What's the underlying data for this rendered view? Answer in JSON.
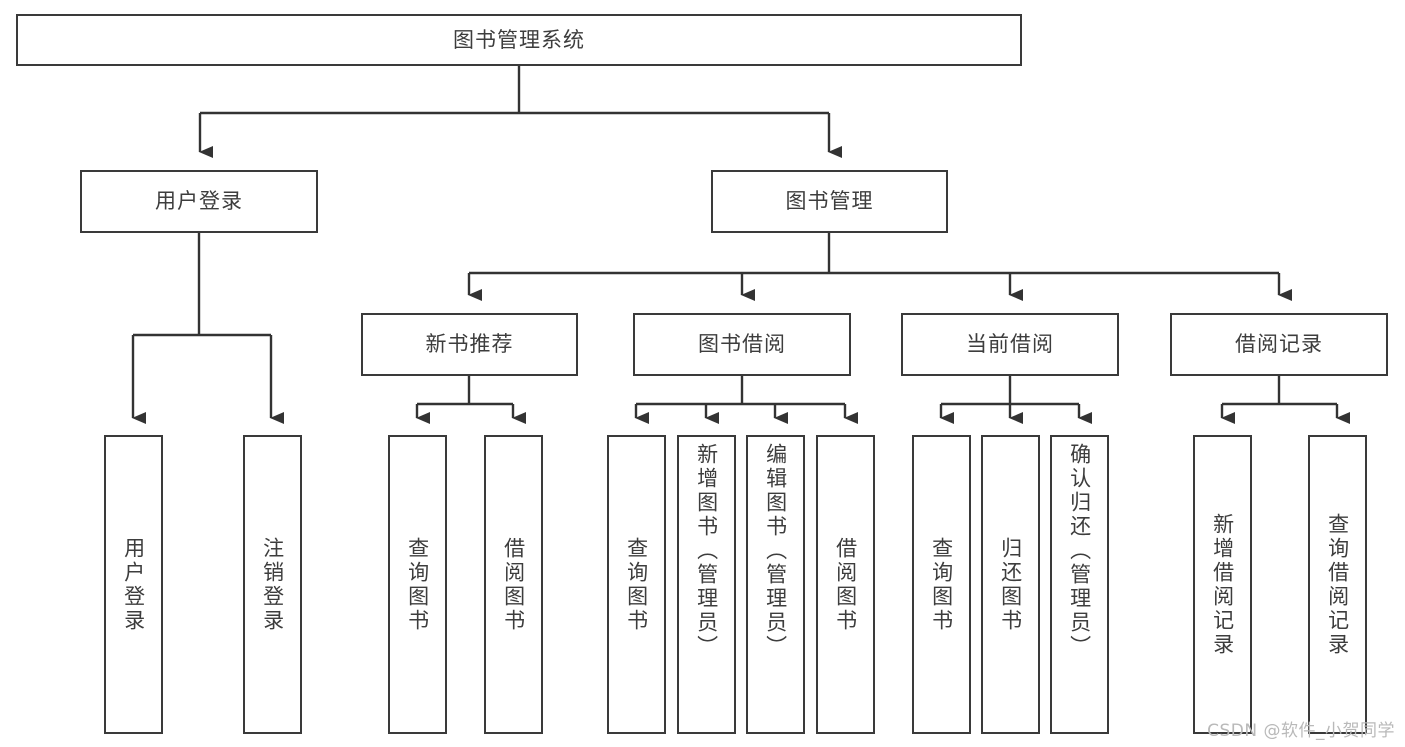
{
  "diagram": {
    "title": "图书管理系统",
    "type": "tree",
    "root": {
      "id": "root",
      "label": "图书管理系统"
    },
    "level1": [
      {
        "id": "user-login",
        "label": "用户登录"
      },
      {
        "id": "book-manage",
        "label": "图书管理"
      }
    ],
    "level2": [
      {
        "id": "new-book-recommend",
        "label": "新书推荐",
        "parent": "book-manage"
      },
      {
        "id": "book-borrow",
        "label": "图书借阅",
        "parent": "book-manage"
      },
      {
        "id": "current-borrow",
        "label": "当前借阅",
        "parent": "book-manage"
      },
      {
        "id": "borrow-record",
        "label": "借阅记录",
        "parent": "book-manage"
      }
    ],
    "leaves": [
      {
        "id": "leaf-user-login",
        "label": "用户登录",
        "parent": "user-login"
      },
      {
        "id": "leaf-user-logout",
        "label": "注销登录",
        "parent": "user-login"
      },
      {
        "id": "leaf-query-book-1",
        "label": "查询图书",
        "parent": "new-book-recommend"
      },
      {
        "id": "leaf-borrow-book-1",
        "label": "借阅图书",
        "parent": "new-book-recommend"
      },
      {
        "id": "leaf-query-book-2",
        "label": "查询图书",
        "parent": "book-borrow"
      },
      {
        "id": "leaf-add-book-admin",
        "label": "新增图书（管理员）",
        "parent": "book-borrow"
      },
      {
        "id": "leaf-edit-book-admin",
        "label": "编辑图书（管理员）",
        "parent": "book-borrow"
      },
      {
        "id": "leaf-borrow-book-2",
        "label": "借阅图书",
        "parent": "book-borrow"
      },
      {
        "id": "leaf-query-book-3",
        "label": "查询图书",
        "parent": "current-borrow"
      },
      {
        "id": "leaf-return-book",
        "label": "归还图书",
        "parent": "current-borrow"
      },
      {
        "id": "leaf-confirm-return-admin",
        "label": "确认归还（管理员）",
        "parent": "current-borrow"
      },
      {
        "id": "leaf-add-borrow-record",
        "label": "新增借阅记录",
        "parent": "borrow-record"
      },
      {
        "id": "leaf-query-borrow-record",
        "label": "查询借阅记录",
        "parent": "borrow-record"
      }
    ]
  },
  "watermark": {
    "text": "CSDN @软件_小贺同学"
  },
  "colors": {
    "stroke": "#333333",
    "box_border": "#3a3a3a",
    "text": "#3d3d3d",
    "background": "#ffffff",
    "watermark": "#b9b9b9"
  }
}
